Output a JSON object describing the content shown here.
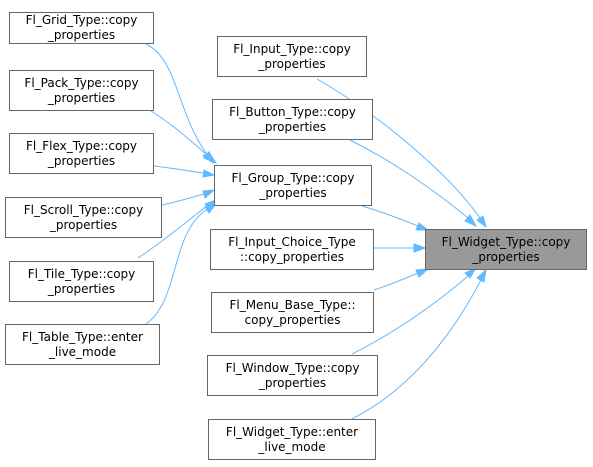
{
  "colors": {
    "edge": "#63b8ff",
    "node_border": "#666666",
    "focus_fill": "#999999",
    "node_fill": "#ffffff"
  },
  "nodes": {
    "grid_copy": [
      "Fl_Grid_Type::copy",
      "_properties"
    ],
    "pack_copy": [
      "Fl_Pack_Type::copy",
      "_properties"
    ],
    "flex_copy": [
      "Fl_Flex_Type::copy",
      "_properties"
    ],
    "scroll_copy": [
      "Fl_Scroll_Type::copy",
      "_properties"
    ],
    "tile_copy": [
      "Fl_Tile_Type::copy",
      "_properties"
    ],
    "table_enter": [
      "Fl_Table_Type::enter",
      "_live_mode"
    ],
    "input_copy": [
      "Fl_Input_Type::copy",
      "_properties"
    ],
    "button_copy": [
      "Fl_Button_Type::copy",
      "_properties"
    ],
    "group_copy": [
      "Fl_Group_Type::copy",
      "_properties"
    ],
    "input_choice_copy": [
      "Fl_Input_Choice_Type",
      "::copy_properties"
    ],
    "menu_base_copy": [
      "Fl_Menu_Base_Type::",
      "copy_properties"
    ],
    "window_copy": [
      "Fl_Window_Type::copy",
      "_properties"
    ],
    "widget_enter": [
      "Fl_Widget_Type::enter",
      "_live_mode"
    ],
    "widget_copy": [
      "Fl_Widget_Type::copy",
      "_properties"
    ]
  }
}
